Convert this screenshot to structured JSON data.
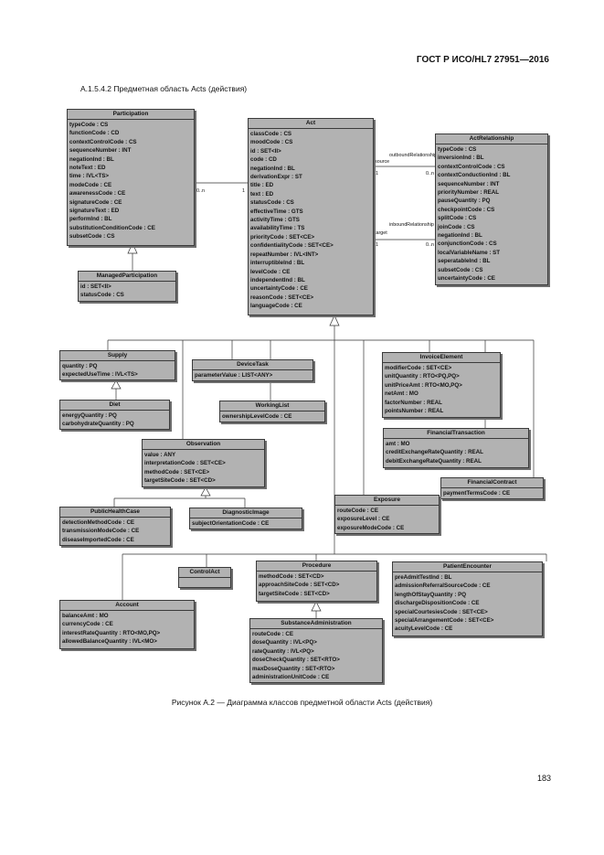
{
  "header": {
    "standard": "ГОСТ Р ИСО/HL7 27951—2016"
  },
  "section_title": "А.1.5.4.2 Предметная область Acts (действия)",
  "caption": "Рисунок А.2 — Диаграмма классов предметной области Acts (действия)",
  "page_number": "183",
  "associations": {
    "outbound": {
      "role": "outboundRelationship",
      "end": "source",
      "mult_left": "1",
      "mult_right": "0..n"
    },
    "inbound": {
      "role": "inboundRelationship",
      "end": "target",
      "mult_left": "1",
      "mult_right": "0..n"
    },
    "participation": {
      "mult_left": "0..n",
      "mult_right": "1"
    }
  },
  "classes": {
    "participation": {
      "name": "Participation",
      "attrs": [
        "typeCode : CS",
        "functionCode : CD",
        "contextControlCode : CS",
        "sequenceNumber : INT",
        "negationInd : BL",
        "noteText : ED",
        "time : IVL<TS>",
        "modeCode : CE",
        "awarenessCode : CE",
        "signatureCode : CE",
        "signatureText : ED",
        "performInd : BL",
        "substitutionConditionCode : CE",
        "subsetCode : CS"
      ]
    },
    "managedParticipation": {
      "name": "ManagedParticipation",
      "attrs": [
        "id : SET<II>",
        "statusCode : CS"
      ]
    },
    "act": {
      "name": "Act",
      "attrs": [
        "classCode : CS",
        "moodCode : CS",
        "id : SET<II>",
        "code : CD",
        "negationInd : BL",
        "derivationExpr : ST",
        "title : ED",
        "text : ED",
        "statusCode : CS",
        "effectiveTime : GTS",
        "activityTime : GTS",
        "availabilityTime : TS",
        "priorityCode : SET<CE>",
        "confidentialityCode : SET<CE>",
        "repeatNumber : IVL<INT>",
        "interruptibleInd : BL",
        "levelCode : CE",
        "independentInd : BL",
        "uncertaintyCode : CE",
        "reasonCode : SET<CE>",
        "languageCode : CE"
      ]
    },
    "actRelationship": {
      "name": "ActRelationship",
      "attrs": [
        "typeCode : CS",
        "inversionInd : BL",
        "contextControlCode : CS",
        "contextConductionInd : BL",
        "sequenceNumber : INT",
        "priorityNumber : REAL",
        "pauseQuantity : PQ",
        "checkpointCode : CS",
        "splitCode : CS",
        "joinCode : CS",
        "negationInd : BL",
        "conjunctionCode : CS",
        "localVariableName : ST",
        "seperatableInd : BL",
        "subsetCode : CS",
        "uncertaintyCode : CE"
      ]
    },
    "supply": {
      "name": "Supply",
      "attrs": [
        "quantity : PQ",
        "expectedUseTime : IVL<TS>"
      ]
    },
    "diet": {
      "name": "Diet",
      "attrs": [
        "energyQuantity : PQ",
        "carbohydrateQuantity : PQ"
      ]
    },
    "deviceTask": {
      "name": "DeviceTask",
      "attrs": [
        "parameterValue : LIST<ANY>"
      ]
    },
    "workingList": {
      "name": "WorkingList",
      "attrs": [
        "ownershipLevelCode : CE"
      ]
    },
    "invoiceElement": {
      "name": "InvoiceElement",
      "attrs": [
        "modifierCode : SET<CE>",
        "unitQuantity : RTO<PQ,PQ>",
        "unitPriceAmt : RTO<MO,PQ>",
        "netAmt : MO",
        "factorNumber : REAL",
        "pointsNumber : REAL"
      ]
    },
    "financialTransaction": {
      "name": "FinancialTransaction",
      "attrs": [
        "amt : MO",
        "creditExchangeRateQuantity : REAL",
        "debitExchangeRateQuantity : REAL"
      ]
    },
    "financialContract": {
      "name": "FinancialContract",
      "attrs": [
        "paymentTermsCode : CE"
      ]
    },
    "observation": {
      "name": "Observation",
      "attrs": [
        "value : ANY",
        "interpretationCode : SET<CE>",
        "methodCode : SET<CE>",
        "targetSiteCode : SET<CD>"
      ]
    },
    "exposure": {
      "name": "Exposure",
      "attrs": [
        "routeCode : CE",
        "exposureLevel : CE",
        "exposureModeCode : CE"
      ]
    },
    "publicHealthCase": {
      "name": "PublicHealthCase",
      "attrs": [
        "detectionMethodCode : CE",
        "transmissionModeCode : CE",
        "diseaseImportedCode : CE"
      ]
    },
    "diagnosticImage": {
      "name": "DiagnosticImage",
      "attrs": [
        "subjectOrientationCode : CE"
      ]
    },
    "controlAct": {
      "name": "ControlAct",
      "attrs": []
    },
    "procedure": {
      "name": "Procedure",
      "attrs": [
        "methodCode : SET<CD>",
        "approachSiteCode : SET<CD>",
        "targetSiteCode : SET<CD>"
      ]
    },
    "patientEncounter": {
      "name": "PatientEncounter",
      "attrs": [
        "preAdmitTestInd : BL",
        "admissionReferralSourceCode : CE",
        "lengthOfStayQuantity : PQ",
        "dischargeDispositionCode : CE",
        "specialCourtesiesCode : SET<CE>",
        "specialArrangementCode : SET<CE>",
        "acuityLevelCode : CE"
      ]
    },
    "account": {
      "name": "Account",
      "attrs": [
        "balanceAmt : MO",
        "currencyCode : CE",
        "interestRateQuantity : RTO<MO,PQ>",
        "allowedBalanceQuantity : IVL<MO>"
      ]
    },
    "substanceAdministration": {
      "name": "SubstanceAdministration",
      "attrs": [
        "routeCode : CE",
        "doseQuantity : IVL<PQ>",
        "rateQuantity : IVL<PQ>",
        "doseCheckQuantity : SET<RTO>",
        "maxDoseQuantity : SET<RTO>",
        "administrationUnitCode : CE"
      ]
    }
  }
}
